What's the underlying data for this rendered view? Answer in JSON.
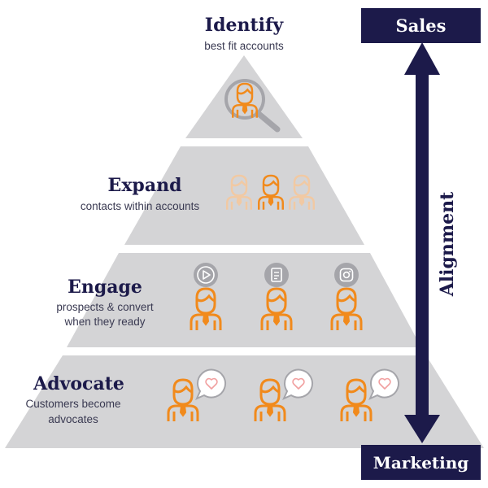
{
  "colors": {
    "tier_fill": "#d4d4d6",
    "navy": "#1c1a4a",
    "orange": "#f18a1c",
    "faded_orange": "#f1c9a3",
    "icon_gray": "#a5a5aa"
  },
  "tiers": [
    {
      "title": "Identify",
      "subtitle": [
        "best fit accounts"
      ],
      "icon": "search-person-icon"
    },
    {
      "title": "Expand",
      "subtitle": [
        "contacts within accounts"
      ],
      "icon": "person-group-icon"
    },
    {
      "title": "Engage",
      "subtitle": [
        "prospects & convert",
        "when they ready"
      ],
      "icon": "person-icon",
      "channel_icons": [
        "play-icon",
        "document-icon",
        "instagram-icon"
      ]
    },
    {
      "title": "Advocate",
      "subtitle": [
        "Customers become",
        "advocates"
      ],
      "icon": "person-heart-bubble-icon"
    }
  ],
  "alignment": {
    "top_label": "Sales",
    "bottom_label": "Marketing",
    "axis_label": "Alignment"
  }
}
